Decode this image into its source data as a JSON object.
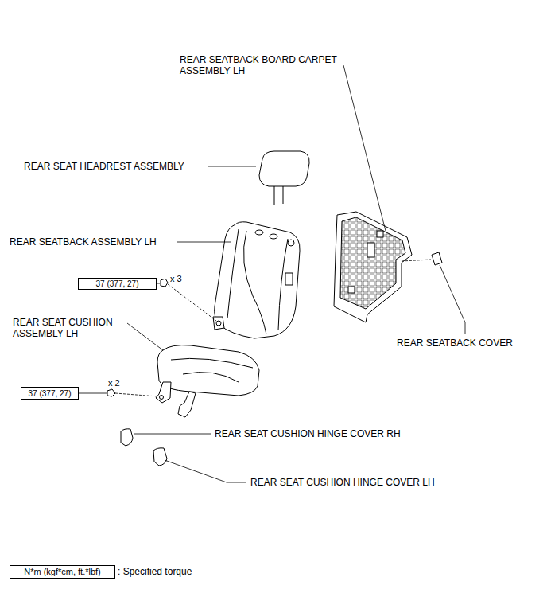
{
  "diagram": {
    "nodes": [
      {
        "text": [
          "37 (377, 27)"
        ]
      },
      {
        "text": [
          "37 (377, 27)"
        ]
      },
      {
        "text": [
          "N*m (kgf*cm, ft.*lbf)"
        ]
      }
    ],
    "labels": [
      "REAR SEATBACK BOARD CARPET ASSEMBLY LH",
      "REAR SEAT HEADREST ASSEMBLY",
      "REAR SEATBACK ASSEMBLY LH",
      "x 3",
      "REAR SEAT CUSHION ASSEMBLY LH",
      "x 2",
      "REAR SEATBACK COVER",
      "REAR SEAT CUSHION HINGE COVER RH",
      "REAR SEAT CUSHION HINGE COVER LH",
      ": Specified torque"
    ]
  }
}
